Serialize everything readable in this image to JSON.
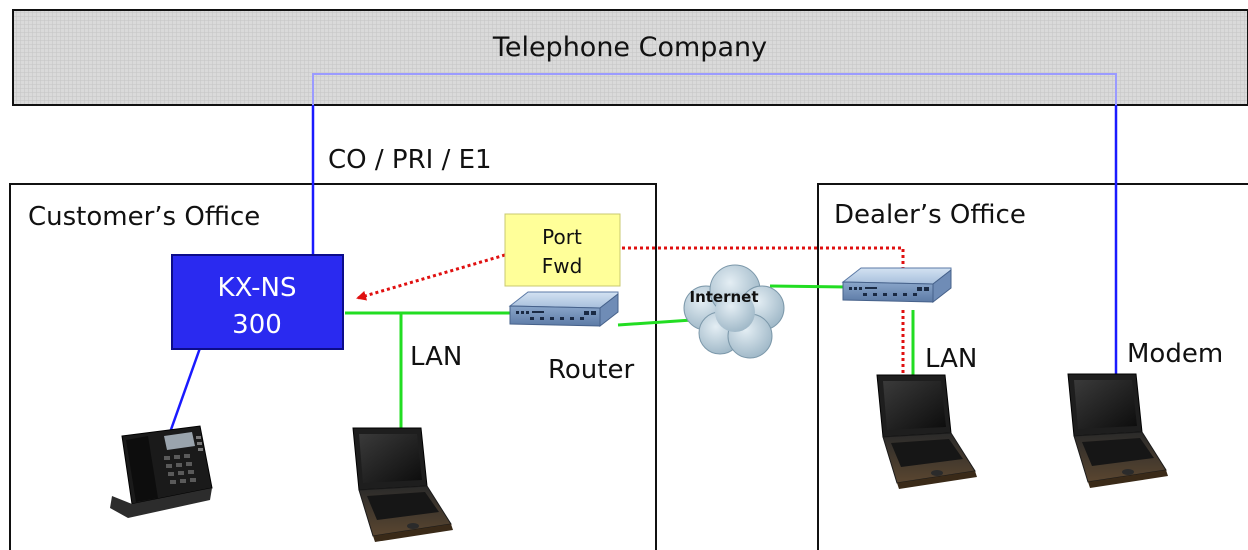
{
  "telephone_company": {
    "label": "Telephone Company"
  },
  "customer_office": {
    "label": "Customer’s Office",
    "trunk_label": "CO / PRI / E1",
    "pbx": {
      "line1": "KX-NS",
      "line2": "300"
    },
    "lan_label": "LAN",
    "router_label": "Router"
  },
  "port_forward": {
    "line1": "Port",
    "line2": "Fwd"
  },
  "internet": {
    "label": "Internet"
  },
  "dealer_office": {
    "label": "Dealer’s Office",
    "lan_label": "LAN",
    "modem_label": "Modem"
  },
  "colors": {
    "phone_line": "#1a1aff",
    "lan_line": "#22dd22",
    "remote_path": "#e01010",
    "pbx_fill": "#2a2af0",
    "note_fill": "#ffff99",
    "telco_fill": "#d6d6d6",
    "device_blue": "#9ab4d6",
    "cloud": "#b9cfdc"
  },
  "icons": [
    "telephone-icon",
    "laptop-icon",
    "router-icon",
    "cloud-icon"
  ]
}
